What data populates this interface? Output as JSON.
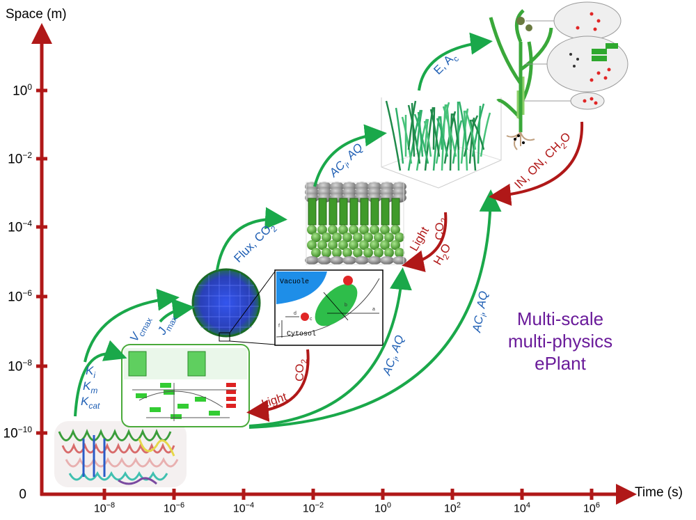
{
  "axes": {
    "y_title": "Space (m)",
    "x_title": "Time (s)",
    "origin": "0",
    "y_ticks": [
      {
        "base": "10",
        "exp": "0"
      },
      {
        "base": "10",
        "exp": "−2"
      },
      {
        "base": "10",
        "exp": "−4"
      },
      {
        "base": "10",
        "exp": "−6"
      },
      {
        "base": "10",
        "exp": "−8"
      },
      {
        "base": "10",
        "exp": "−10"
      }
    ],
    "x_ticks": [
      {
        "base": "10",
        "exp": "−8"
      },
      {
        "base": "10",
        "exp": "−6"
      },
      {
        "base": "10",
        "exp": "−4"
      },
      {
        "base": "10",
        "exp": "−2"
      },
      {
        "base": "10",
        "exp": "0"
      },
      {
        "base": "10",
        "exp": "2"
      },
      {
        "base": "10",
        "exp": "4"
      },
      {
        "base": "10",
        "exp": "6"
      }
    ],
    "color": "#b01818"
  },
  "colors": {
    "axis": "#b01818",
    "arrow_green": "#1aa84a",
    "arrow_red": "#b01818",
    "label_blue": "#1f5fb4",
    "label_red": "#b01818",
    "title_purple": "#6a1b9a"
  },
  "labels": {
    "k_i": {
      "main": "K",
      "sub": "i"
    },
    "k_m": {
      "main": "K",
      "sub": "m"
    },
    "k_cat": {
      "main": "K",
      "sub": "cat"
    },
    "vcmax": {
      "main": "V",
      "sub": "cmax"
    },
    "jmax": {
      "main": "J",
      "sub": "max"
    },
    "flux_co2": {
      "main": "Flux, CO",
      "sub": "2"
    },
    "aci_aq_1": {
      "main": "AC",
      "sub": "i",
      "tail": ", AQ"
    },
    "e_ac": {
      "main": "E, A",
      "sub": "c"
    },
    "aci_aq_2": {
      "main": "AC",
      "sub": "i",
      "tail": ", AQ"
    },
    "aci_aq_3": {
      "main": "AC",
      "sub": "i",
      "tail": ", AQ"
    },
    "co2_1": {
      "main": "CO",
      "sub": "2"
    },
    "light_1": "Light",
    "light_2": "Light",
    "co2_2": {
      "main": "CO",
      "sub": "2"
    },
    "h2o": {
      "main": "H",
      "sub": "2",
      "tail": "O"
    },
    "in_on_ch2o": {
      "main": "IN, ON, CH",
      "sub": "2",
      "tail": "O"
    }
  },
  "panels": {
    "vacuole": "Vacuole",
    "cytosol": "Cytosol",
    "a_label": "a",
    "b_label": "b",
    "c_label": "c",
    "d_label": "d",
    "f_label": "f"
  },
  "title_block": [
    "Multi-scale",
    "multi-physics",
    "ePlant"
  ]
}
